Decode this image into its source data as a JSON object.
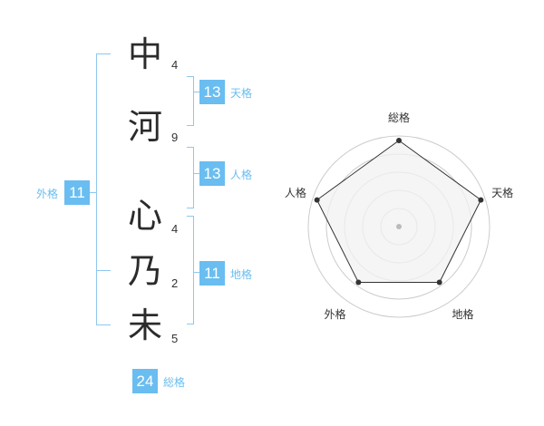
{
  "name_chars": [
    {
      "char": "中",
      "strokes": "4"
    },
    {
      "char": "河",
      "strokes": "9"
    },
    {
      "char": "心",
      "strokes": "4"
    },
    {
      "char": "乃",
      "strokes": "2"
    },
    {
      "char": "未",
      "strokes": "5"
    }
  ],
  "fortunes": {
    "tenkaku": {
      "label": "天格",
      "value": "13"
    },
    "jinkaku": {
      "label": "人格",
      "value": "13"
    },
    "chikaku": {
      "label": "地格",
      "value": "11"
    },
    "gaikaku": {
      "label": "外格",
      "value": "11"
    },
    "soukaku": {
      "label": "総格",
      "value": "24"
    }
  },
  "radar": {
    "axes": [
      "総格",
      "天格",
      "地格",
      "外格",
      "人格"
    ],
    "levels": 5,
    "values": [
      5,
      5,
      4,
      4,
      5
    ],
    "max": 5,
    "colors": {
      "grid": "#cccccc",
      "fill": "#f1f1f1",
      "line": "#333333",
      "point": "#333333",
      "center": "#bbbbbb"
    }
  },
  "accent_color": "#69bdf0"
}
